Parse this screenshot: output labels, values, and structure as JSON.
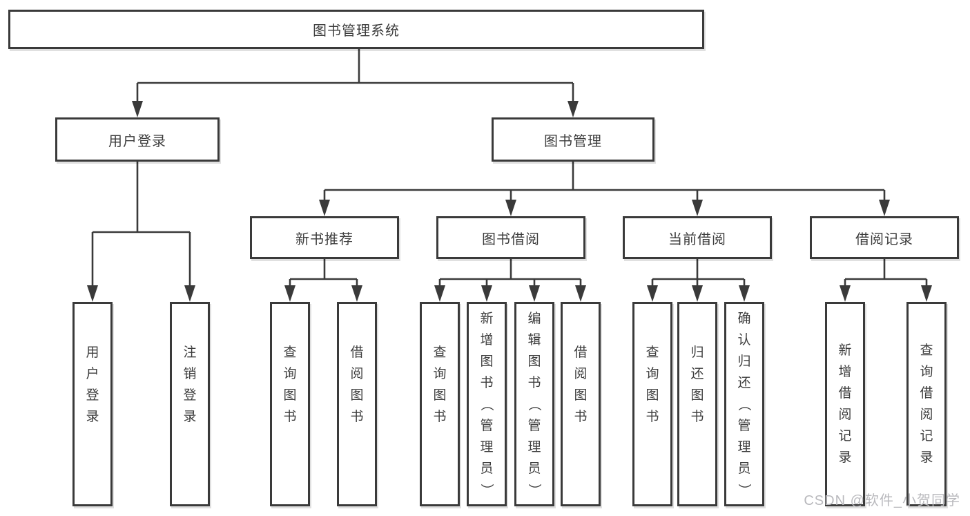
{
  "tree": {
    "label": "图书管理系统",
    "children": [
      {
        "label": "用户登录",
        "children": [
          {
            "label": "用户登录"
          },
          {
            "label": "注销登录"
          }
        ]
      },
      {
        "label": "图书管理",
        "children": [
          {
            "label": "新书推荐",
            "children": [
              {
                "label": "查询图书"
              },
              {
                "label": "借阅图书"
              }
            ]
          },
          {
            "label": "图书借阅",
            "children": [
              {
                "label": "查询图书"
              },
              {
                "label": "新增图书（管理员）"
              },
              {
                "label": "编辑图书（管理员）"
              },
              {
                "label": "借阅图书"
              }
            ]
          },
          {
            "label": "当前借阅",
            "children": [
              {
                "label": "查询图书"
              },
              {
                "label": "归还图书"
              },
              {
                "label": "确认归还（管理员）"
              }
            ]
          },
          {
            "label": "借阅记录",
            "children": [
              {
                "label": "新增借阅记录"
              },
              {
                "label": "查询借阅记录"
              }
            ]
          }
        ]
      }
    ]
  },
  "watermark": "CSDN @软件_小贺同学",
  "colors": {
    "line": "#3a3a3a",
    "box_border": "#3a3a3a",
    "text": "#3d3d3d",
    "background": "#ffffff",
    "watermark": "#b9b9bd"
  }
}
